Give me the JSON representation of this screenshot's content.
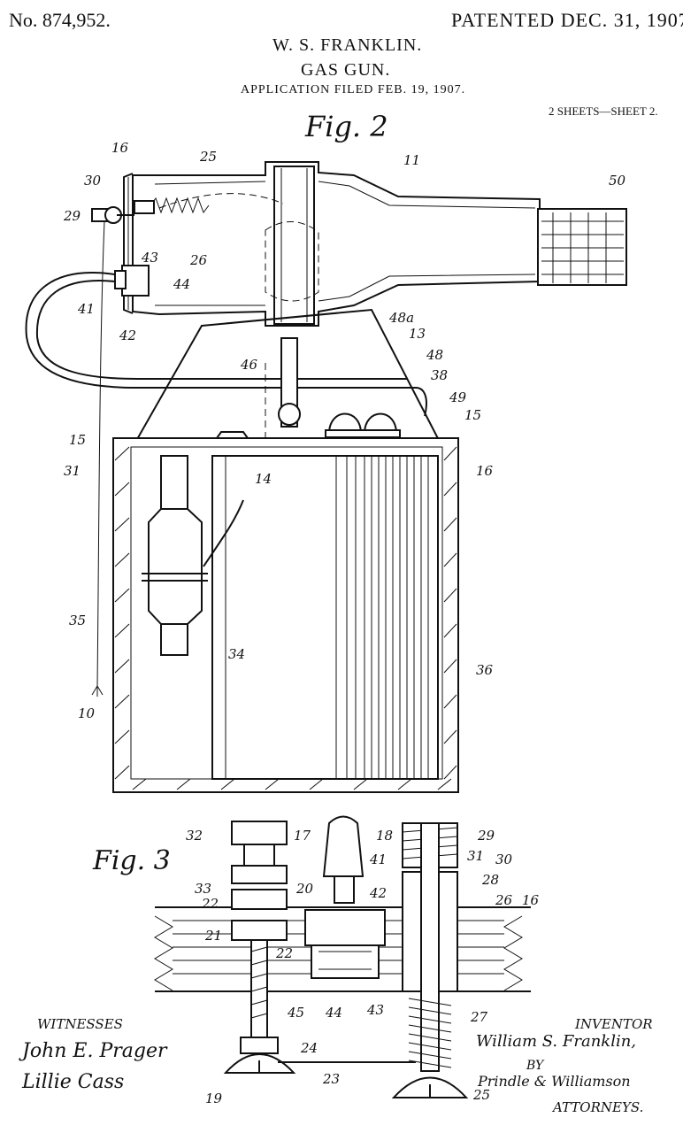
{
  "header": {
    "patent_number": "No. 874,952.",
    "patented_date": "PATENTED DEC. 31, 1907.",
    "inventor_name": "W. S. FRANKLIN.",
    "title": "GAS GUN.",
    "application": "APPLICATION FILED FEB. 19, 1907.",
    "sheet": "2 SHEETS—SHEET 2."
  },
  "figures": {
    "fig2_label": "Fig. 2",
    "fig3_label": "Fig. 3"
  },
  "fig2_refs": [
    "16",
    "30",
    "25",
    "11",
    "50",
    "29",
    "26",
    "43",
    "44",
    "41",
    "42",
    "48a",
    "13",
    "48",
    "38",
    "46",
    "49",
    "15",
    "15",
    "16",
    "31",
    "14",
    "35",
    "34",
    "36",
    "10"
  ],
  "fig3_refs": [
    "32",
    "17",
    "18",
    "29",
    "31",
    "30",
    "41",
    "33",
    "20",
    "28",
    "42",
    "22",
    "26",
    "16",
    "21",
    "22",
    "45",
    "44",
    "43",
    "27",
    "24",
    "23",
    "19",
    "25"
  ],
  "footer": {
    "witnesses_label": "WITNESSES",
    "witness_1": "John E. Prager",
    "witness_2": "Lillie Cass",
    "inventor_label": "INVENTOR",
    "inventor_signature": "William S. Franklin,",
    "by": "BY",
    "attorneys_signature": "Prindle & Williamson",
    "attorneys_label": "ATTORNEYS."
  }
}
